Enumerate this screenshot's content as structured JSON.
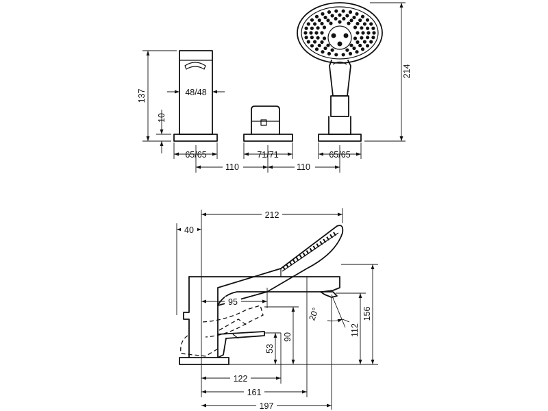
{
  "dimensions": {
    "spout_height": "137",
    "spout_size": "48/48",
    "spout_plate": "10",
    "spout_base": "65/65",
    "spacing_left": "110",
    "diverter_base": "71/71",
    "spacing_right": "110",
    "hand_shower_base": "65/65",
    "hand_shower_height": "214",
    "side_depth": "40",
    "total_depth": "212",
    "handle_reach": "95",
    "tilt_angle": "20°",
    "height_53": "53",
    "height_90": "90",
    "height_112": "112",
    "height_156": "156",
    "reach_122": "122",
    "reach_161": "161",
    "reach_197": "197"
  }
}
